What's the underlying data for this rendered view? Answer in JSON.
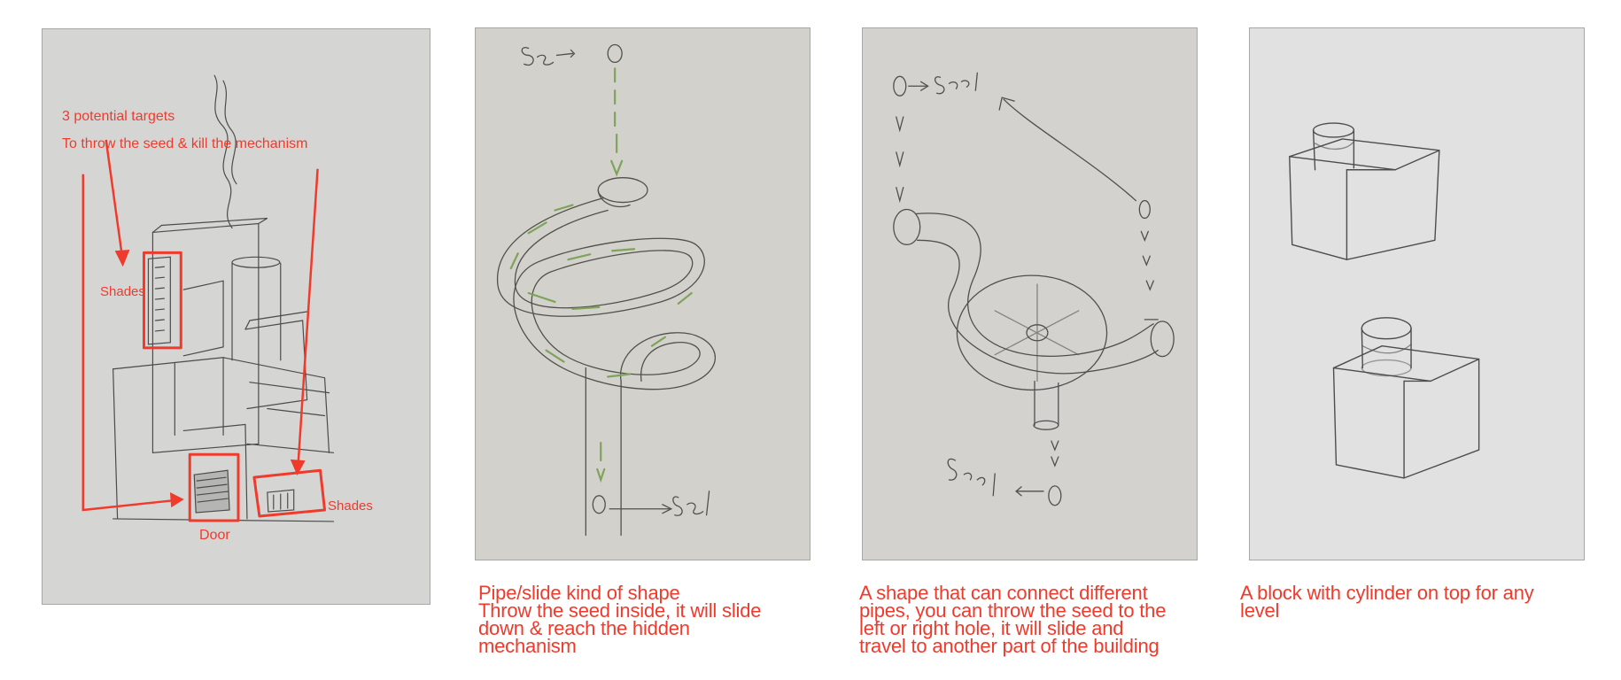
{
  "panel1": {
    "targets_title": "3 potential targets",
    "targets_subtitle": "To throw the seed & kill the mechanism",
    "label_shades_left": "Shades",
    "label_door": "Door",
    "label_shades_right": "Shades"
  },
  "panel2": {
    "caption": [
      "Pipe/slide kind of shape",
      "Throw the seed inside, it will slide",
      "down & reach the hidden",
      "mechanism"
    ]
  },
  "panel3": {
    "caption": [
      "A shape that can connect different",
      "pipes, you can throw the seed to the",
      "left or right hole, it will slide and",
      "travel to another part of the building"
    ]
  },
  "panel4": {
    "caption": [
      "A block with cylinder on top for any",
      "level"
    ]
  },
  "colors": {
    "annotation": "#f03a2c",
    "pencil": "#4a4a48",
    "arrow_green": "#7ea35a"
  }
}
